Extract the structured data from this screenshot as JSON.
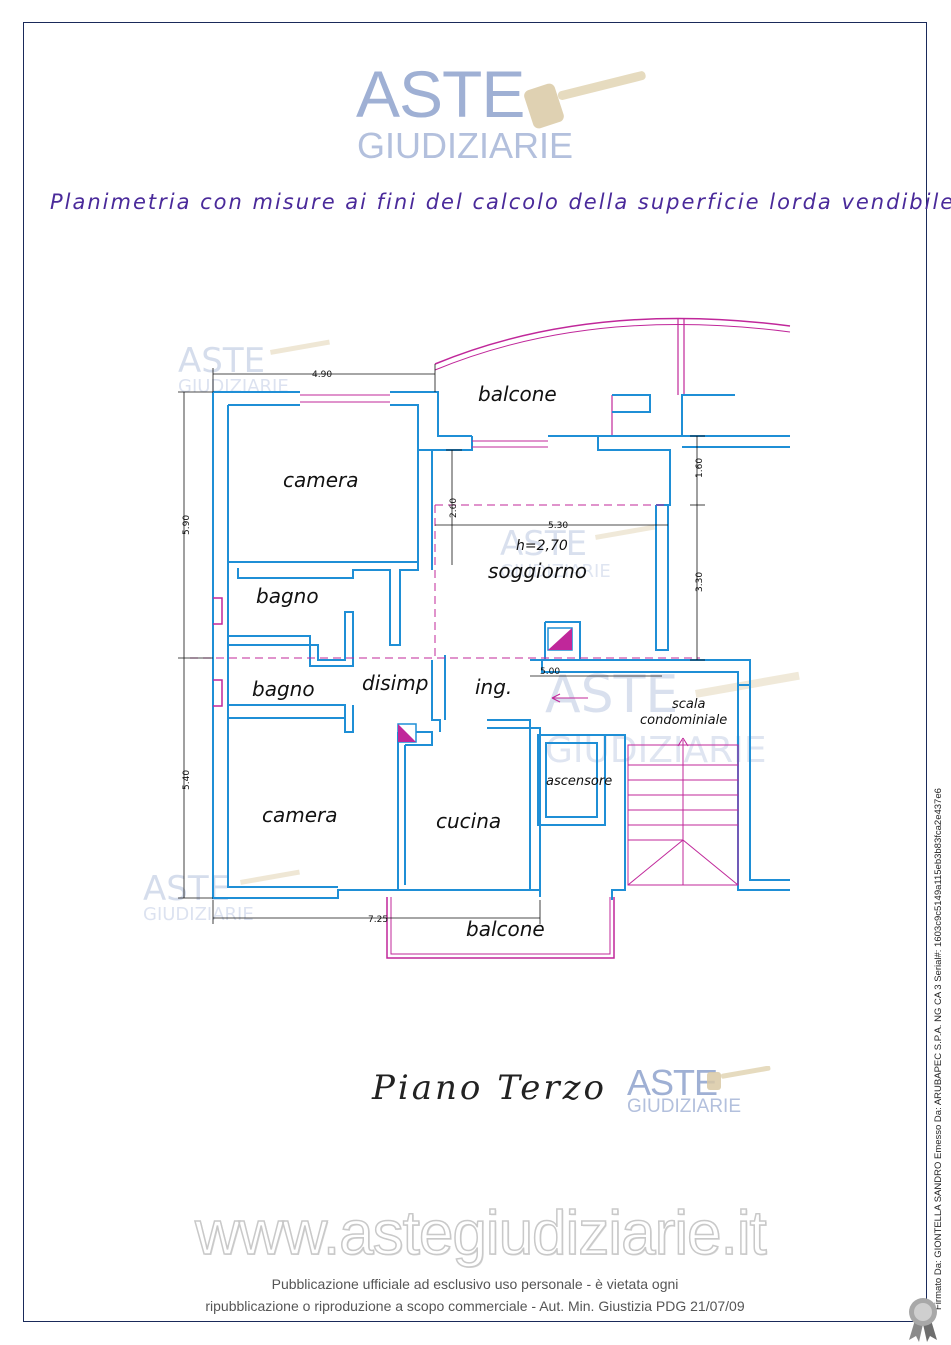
{
  "document": {
    "plan_title": "Planimetria con misure ai fini del calcolo della superficie lorda vendibile",
    "floor_title": "Piano Terzo"
  },
  "watermark": {
    "brand_line1": "ASTE",
    "brand_line2": "GIUDIZIARIE",
    "site_url": "www.astegiudiziarie.it"
  },
  "footer": {
    "line1": "Pubblicazione ufficiale ad esclusivo uso personale - è vietata ogni",
    "line2": "ripubblicazione o riproduzione a scopo commerciale - Aut. Min. Giustizia PDG 21/07/09"
  },
  "signature": "Firmato Da: GIONTELLA SANDRO Emesso Da: ARUBAPEC S.P.A. NG CA 3 Serial#: 1603c9c5149a115eb3b83fca2e437e6",
  "rooms": {
    "camera_top": "camera",
    "bagno_top": "bagno",
    "bagno_bottom": "bagno",
    "camera_bottom": "camera",
    "disimp": "disimp",
    "ingresso": "ing.",
    "soggiorno": "soggiorno",
    "soggiorno_height": "h=2,70",
    "cucina": "cucina",
    "ascensore": "ascensore",
    "scala_line1": "scala",
    "scala_line2": "condominiale",
    "balcone_top": "balcone",
    "balcone_bottom": "balcone"
  },
  "dimensions": {
    "top_width": "4.90",
    "left_upper": "5.90",
    "left_lower": "5.40",
    "bottom_width": "7.25",
    "soggiorno_width": "5.30",
    "soggiorno_depth": "2.60",
    "right_upper": "1.60",
    "right_lower": "3.30",
    "middle_width": "5.00"
  },
  "colors": {
    "wall": "#1f8fd6",
    "accent": "#c0279a",
    "dimension": "#111111",
    "title": "#4a2a9a"
  }
}
